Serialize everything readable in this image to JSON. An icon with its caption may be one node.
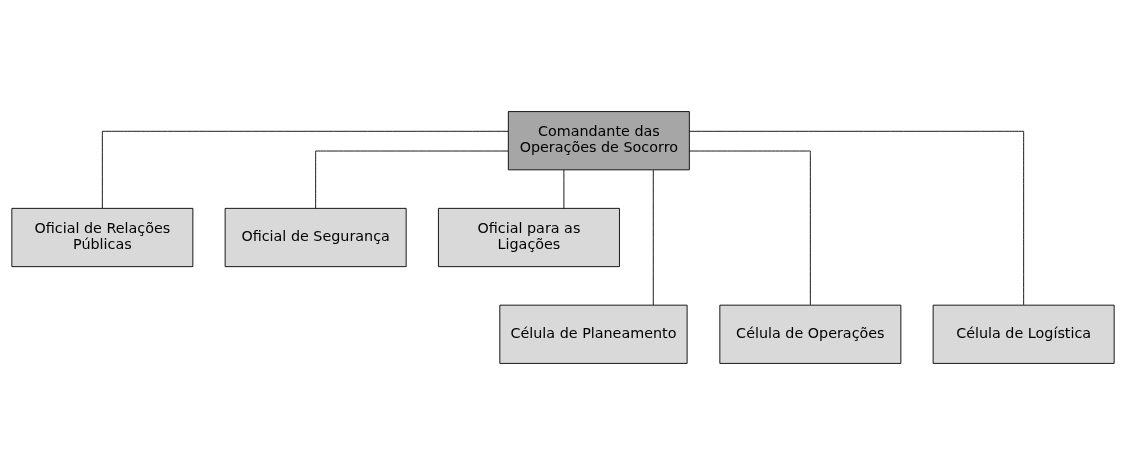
{
  "diagram": {
    "nodes": [
      {
        "text": [
          "Comandante das Operações de Socorro"
        ]
      },
      {
        "text": [
          "Oficial de Relações Públicas"
        ]
      },
      {
        "text": [
          "Oficial de Segurança"
        ]
      },
      {
        "text": [
          "Oficial para as Ligações"
        ]
      },
      {
        "text": [
          "Célula de Planeamento"
        ]
      },
      {
        "text": [
          "Célula de Operações"
        ]
      },
      {
        "text": [
          "Célula de Logística"
        ]
      }
    ],
    "edges": [
      {
        "from": 0,
        "to": 1,
        "arrow": "none"
      },
      {
        "from": 0,
        "to": 2,
        "arrow": "none"
      },
      {
        "from": 0,
        "to": 3,
        "arrow": "none"
      },
      {
        "from": 0,
        "to": 4,
        "arrow": "none"
      },
      {
        "from": 0,
        "to": 5,
        "arrow": "none"
      },
      {
        "from": 0,
        "to": 6,
        "arrow": "none"
      }
    ]
  }
}
